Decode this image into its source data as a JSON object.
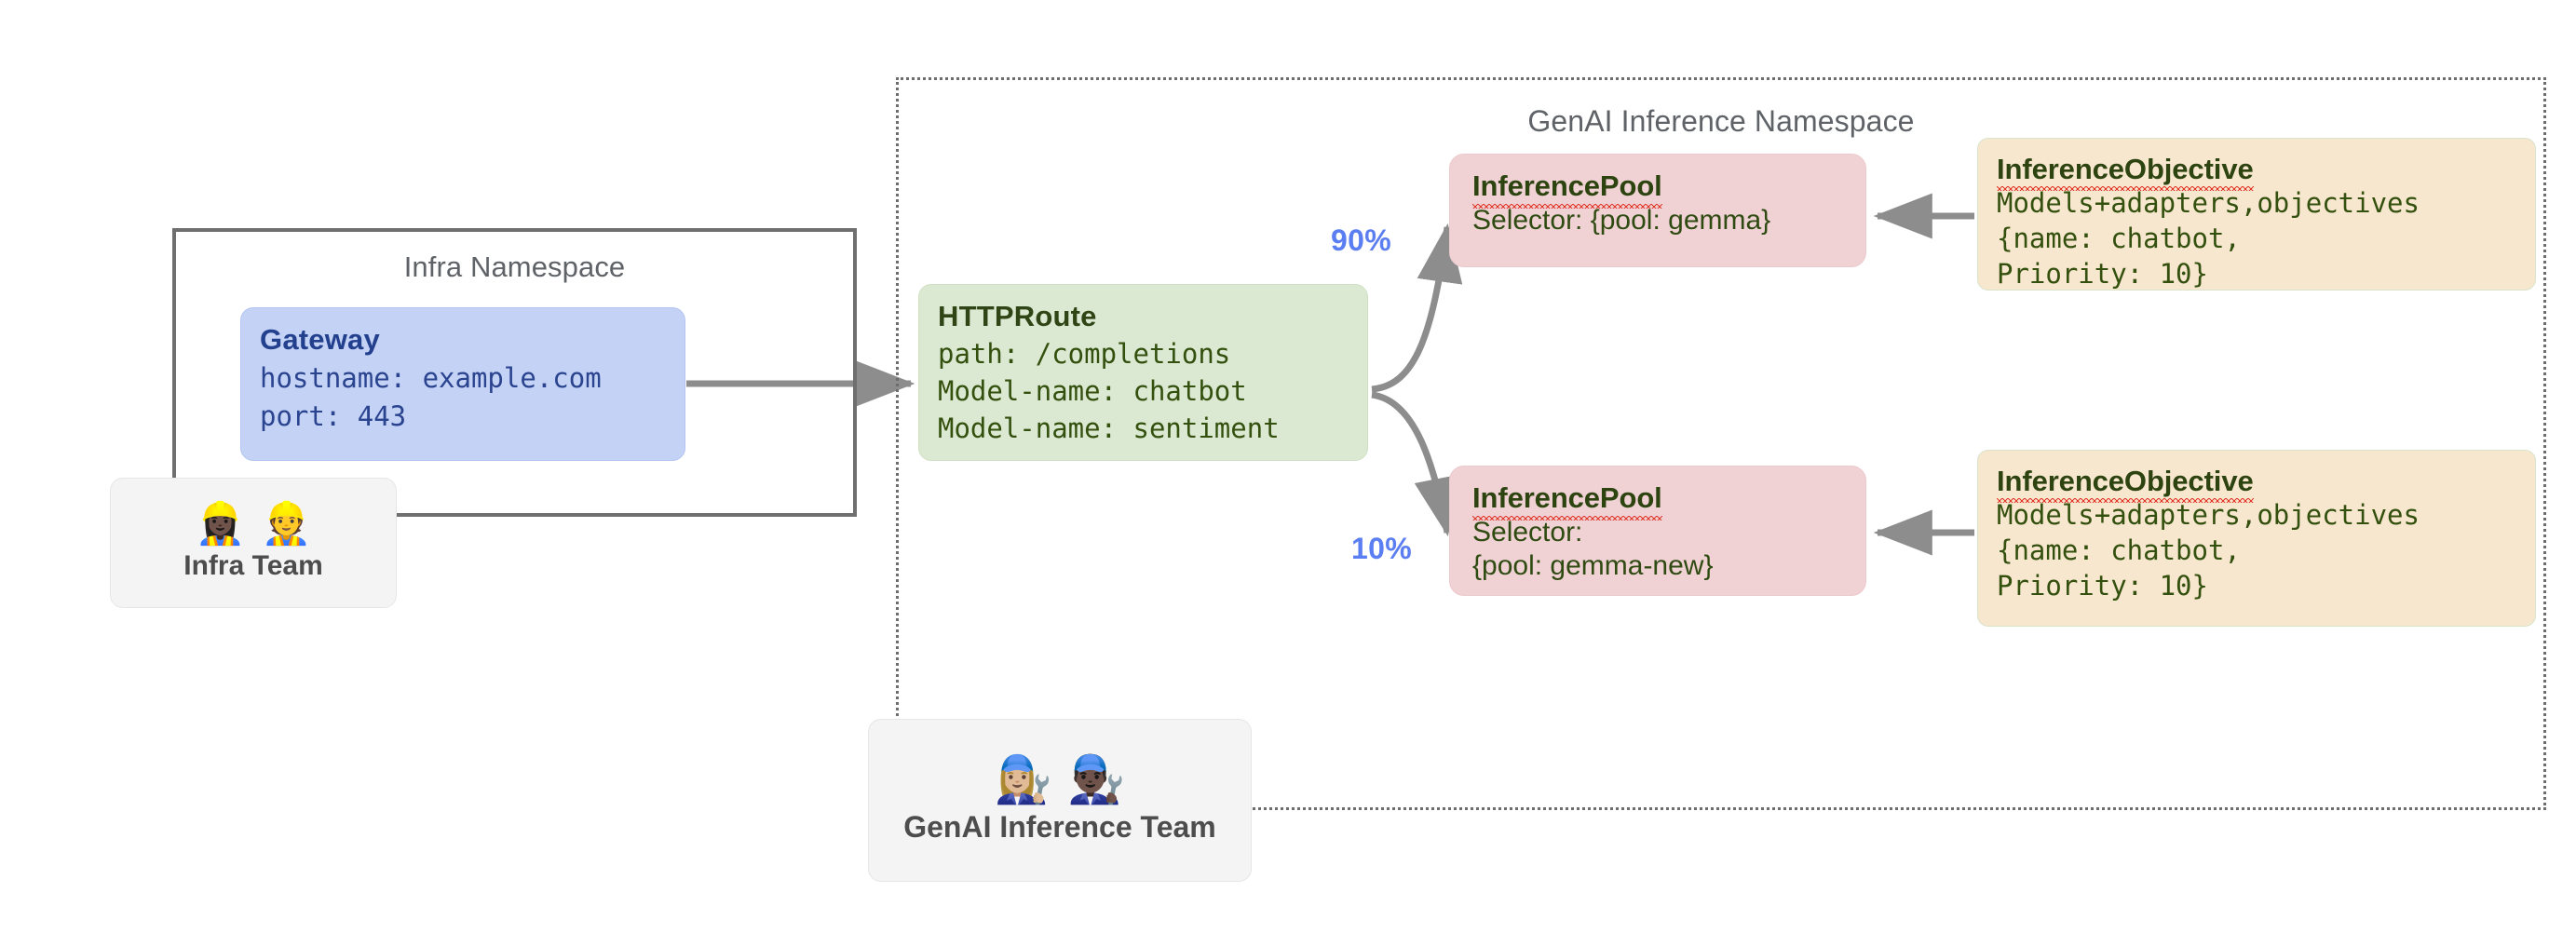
{
  "namespaces": {
    "infra": {
      "title": "Infra Namespace",
      "border_style": "solid",
      "border_color": "#6f6f6f"
    },
    "genai": {
      "title": "GenAI Inference Namespace",
      "border_style": "dotted",
      "border_color": "#6d6d6d"
    }
  },
  "gateway": {
    "title": "Gateway",
    "lines": [
      "hostname: example.com",
      "port: 443"
    ],
    "bg_color": "#c3d2f5",
    "text_color": "#2b4490"
  },
  "httproute": {
    "title": "HTTPRoute",
    "lines": [
      "path: /completions",
      "Model-name: chatbot",
      "Model-name: sentiment"
    ],
    "bg_color": "#dce9d2",
    "text_color": "#33500e"
  },
  "pools": [
    {
      "title": "InferencePool",
      "selector": "Selector: {pool: gemma}",
      "bg_color": "#f0d2d5",
      "weight_label": "90%"
    },
    {
      "title": "InferencePool",
      "selector": "Selector:\n   {pool: gemma-new}",
      "bg_color": "#f0d2d5",
      "weight_label": "10%"
    }
  ],
  "objectives": [
    {
      "title": "InferenceObjective",
      "lines": [
        "Models+adapters,objectives",
        "{name: chatbot,",
        "Priority: 10}"
      ],
      "bg_color": "#f8e7cf"
    },
    {
      "title": "InferenceObjective",
      "lines": [
        "Models+adapters,objectives",
        "{name: chatbot,",
        "Priority: 10}"
      ],
      "bg_color": "#f8e7cf"
    }
  ],
  "teams": [
    {
      "label": "Infra Team",
      "emojis": "👷🏿‍♀️👷"
    },
    {
      "label": "GenAI Inference Team",
      "emojis": "👩🏼‍🔧👨🏿‍🔧"
    }
  ],
  "accent_colors": {
    "weight_label": "#5b7ef2",
    "arrow": "#8d8d8d",
    "namespace_title": "#5f6368",
    "spellcheck_underline": "#e0392c"
  }
}
